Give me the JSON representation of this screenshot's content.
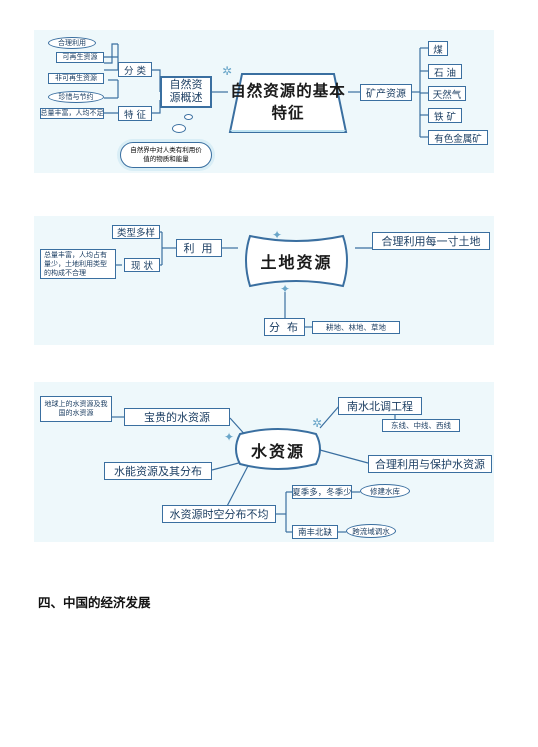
{
  "diagram1": {
    "center": "自然资源的基本特征",
    "overview": "自然资源概述",
    "classify": "分 类",
    "renewable": "可再生资源",
    "nonrenewable": "非可再生资源",
    "rational_use": "合理利用",
    "cherish_save": "珍惜与节约",
    "feature": "特 征",
    "feature_desc": "总量丰富，人均不足",
    "definition": "自然界中对人类有利用价值的物质和能量",
    "mineral": "矿产资源",
    "minerals": [
      "煤",
      "石 油",
      "天然气",
      "铁 矿",
      "有色金属矿"
    ]
  },
  "diagram2": {
    "center": "土地资源",
    "use": "利 用",
    "types_varied": "类型多样",
    "status": "现 状",
    "status_desc": "总量丰富，人均占有量少，土地利用类型的构成不合理",
    "rational": "合理利用每一寸土地",
    "distribution": "分 布",
    "dist_desc": "耕地、林地、草地"
  },
  "diagram3": {
    "center": "水资源",
    "precious": "宝贵的水资源",
    "precious_desc": "地球上的水资源及我国的水资源",
    "transfer": "南水北调工程",
    "routes": "东线、中线、西线",
    "rational": "合理利用与保护水资源",
    "hydro": "水能资源及其分布",
    "uneven": "水资源时空分布不均",
    "summer": "夏季多，冬季少",
    "reservoir": "修建水库",
    "south_north": "南丰北缺",
    "inter_basin": "跨流域调水"
  },
  "section_heading": "四、中国的经济发展"
}
